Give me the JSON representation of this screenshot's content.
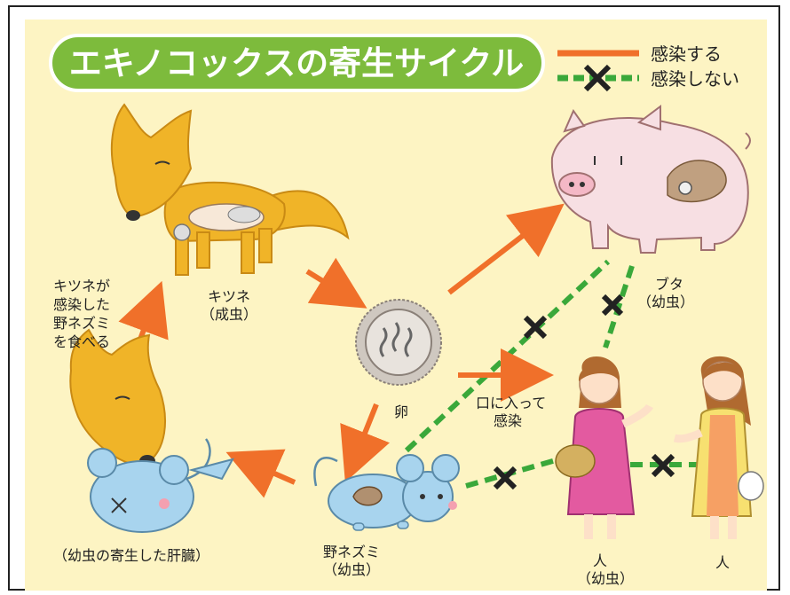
{
  "title": "エキノコックスの寄生サイクル",
  "legend": {
    "infect": "感染する",
    "no_infect": "感染しない"
  },
  "colors": {
    "background": "#fdf4c3",
    "title_pill": "#7dbb3c",
    "infect_arrow": "#f0702a",
    "no_infect_line": "#3aa83a",
    "fox": "#f0b428",
    "mouse": "#a8d4ee",
    "pig": "#f7dfe3",
    "woman_dress": "#e35aa0",
    "woman2_dress": "#f6a064"
  },
  "labels": {
    "fox_line1": "キツネ",
    "fox_line2": "（成虫）",
    "eats_line1": "キツネが",
    "eats_line2": "感染した",
    "eats_line3": "野ネズミ",
    "eats_line4": "を食べる",
    "egg": "卵",
    "mouth_line1": "口に入って",
    "mouth_line2": "感染",
    "pig_line1": "ブタ",
    "pig_line2": "（幼虫）",
    "mouse_line1": "野ネズミ",
    "mouse_line2": "（幼虫）",
    "liver": "（幼虫の寄生した肝臓）",
    "person_larva_line1": "人",
    "person_larva_line2": "（幼虫）",
    "person": "人"
  },
  "icons": [
    "fox-icon",
    "mouse-icon",
    "pig-icon",
    "egg-icon",
    "person-icon",
    "cross-mark-icon"
  ]
}
